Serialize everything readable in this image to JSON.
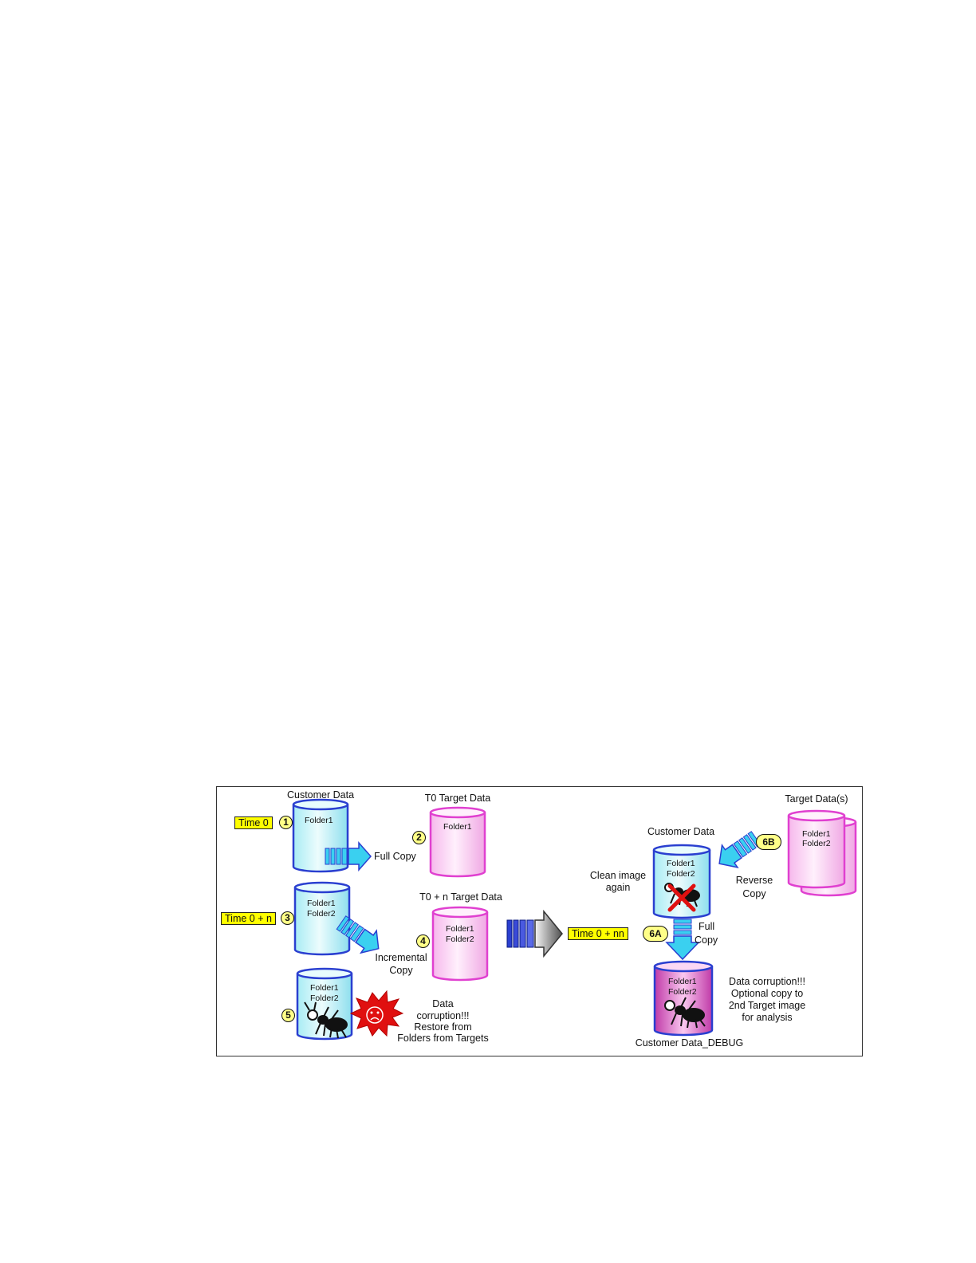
{
  "diagram": {
    "customer_data_label": "Customer Data",
    "t0_target_label": "T0 Target Data",
    "tn_target_label": "T0 + n Target Data",
    "target_datas_label": "Target Data(s)",
    "customer_data_right_label": "Customer Data",
    "debug_label": "Customer Data_DEBUG",
    "time_tags": {
      "t0": "Time 0",
      "tn": "Time 0 + n",
      "tnn": "Time 0 + nn"
    },
    "steps": [
      "1",
      "2",
      "3",
      "4",
      "5",
      "6A",
      "6B"
    ],
    "folders": {
      "folder1": "Folder1",
      "folder2": "Folder2"
    },
    "arrow_labels": {
      "full_copy": "Full Copy",
      "incremental_line1": "Incremental",
      "incremental_line2": "Copy",
      "reverse_line1": "Reverse",
      "reverse_line2": "Copy",
      "full_line1": "Full",
      "full_line2": "Copy"
    },
    "notes": {
      "corruption_left": [
        "Data",
        "corruption!!!",
        "Restore from",
        "Folders from Targets"
      ],
      "clean_image": [
        "Clean image",
        "again"
      ],
      "corruption_right": [
        "Data corruption!!!",
        "Optional copy to",
        "2nd Target image",
        "for analysis"
      ]
    },
    "colors": {
      "cyan_cylinder": "#c8f4f8",
      "pink_cylinder": "#fbd4f4",
      "cylinder_stroke": "#2a3fd0",
      "pink_stroke": "#e040d0",
      "arrow_cyan": "#3ad0f0",
      "tag_yellow": "#ffff00",
      "burst_red": "#e01010"
    }
  }
}
